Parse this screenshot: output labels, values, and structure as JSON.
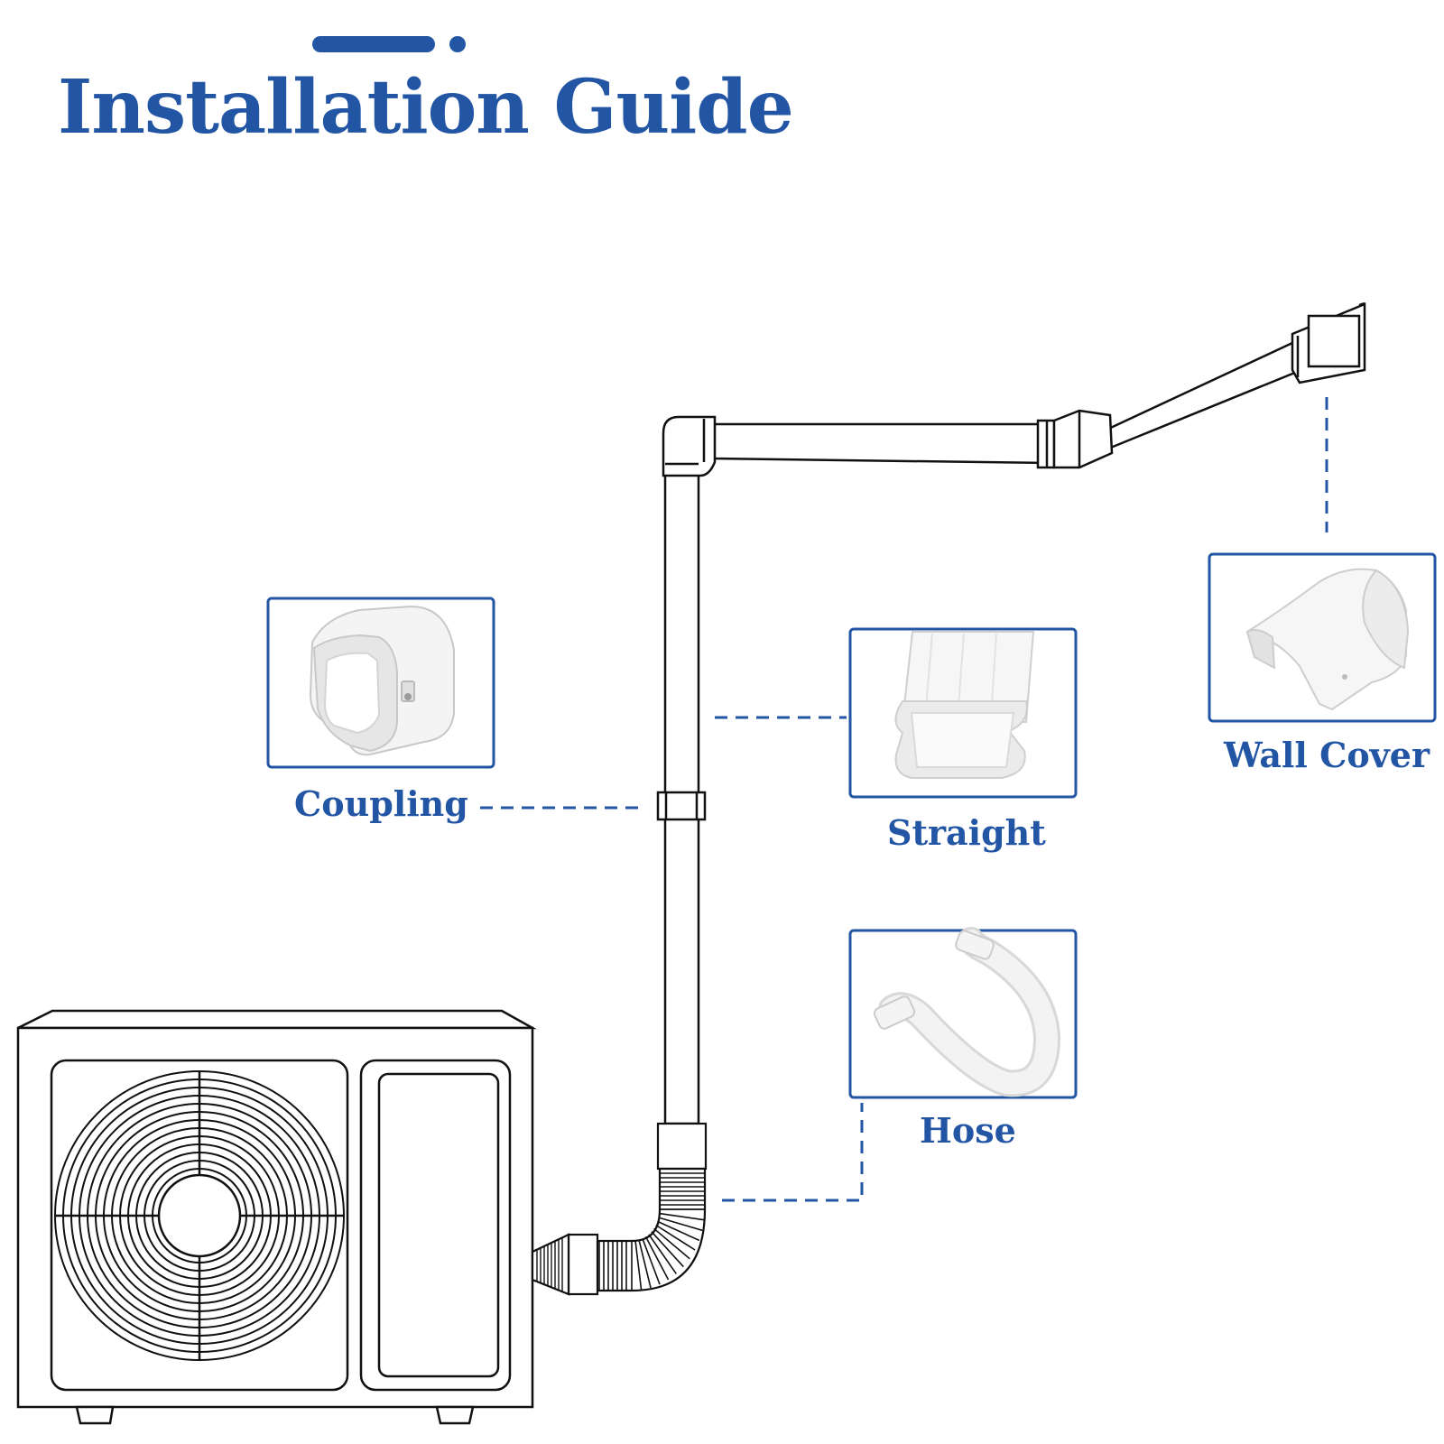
{
  "title": "Installation Guide",
  "accent_color": "#2255a4",
  "parts": {
    "coupling": {
      "label": "Coupling",
      "icon": "duct-coupling-icon"
    },
    "straight": {
      "label": "Straight",
      "icon": "straight-duct-icon"
    },
    "wall_cover": {
      "label": "Wall Cover",
      "icon": "wall-cover-icon"
    },
    "hose": {
      "label": "Hose",
      "icon": "flexible-hose-icon"
    }
  }
}
